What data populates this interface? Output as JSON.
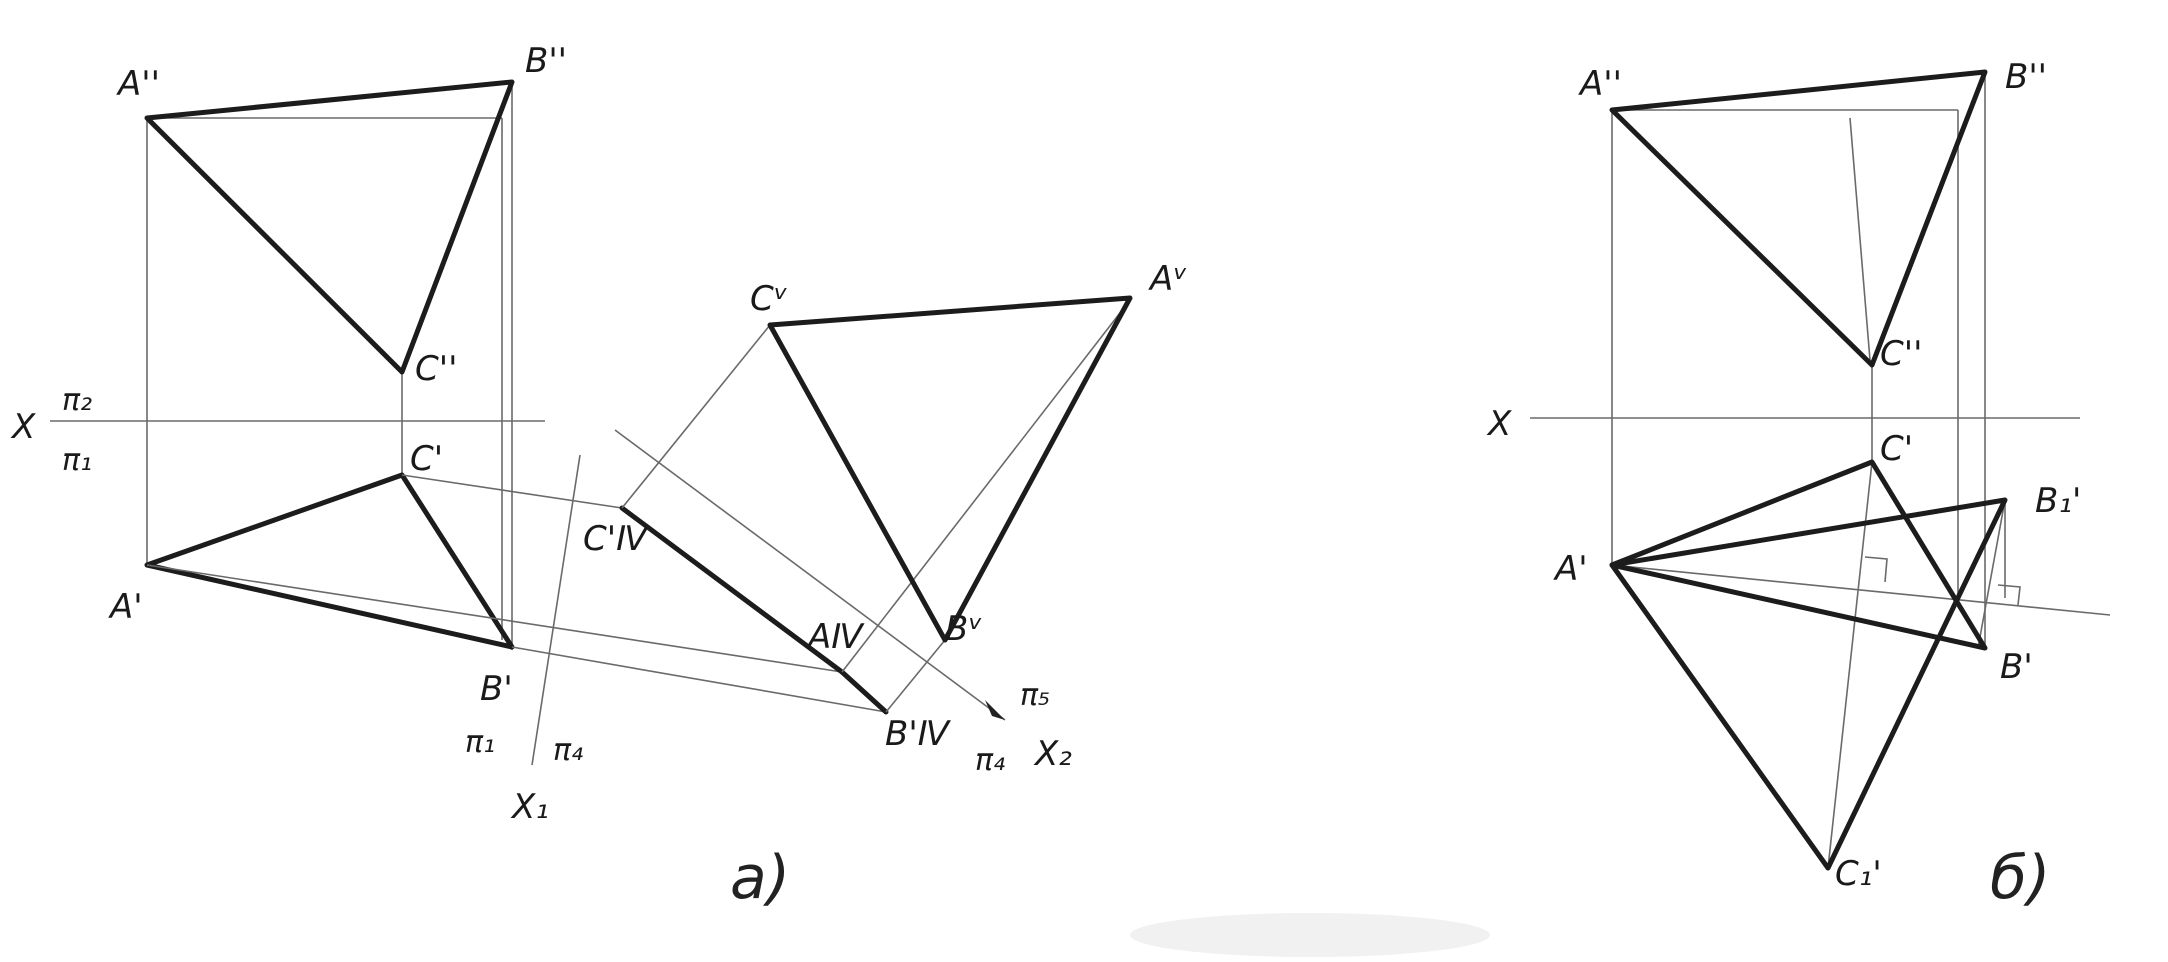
{
  "panel_a": {
    "caption": "а)",
    "labels": {
      "A2": "A''",
      "B2": "B''",
      "C2": "C''",
      "A1": "A'",
      "B1": "B'",
      "C1": "C'",
      "A4": "AⅣ",
      "B4": "B'Ⅳ",
      "C4": "C'Ⅳ",
      "A5": "Aᵛ",
      "B5": "Bᵛ",
      "C5": "Cᵛ",
      "X": "X",
      "pi2_top": "π₂",
      "pi1_bottom": "π₁",
      "pi1_x1": "π₁",
      "pi4_x1": "π₄",
      "X1": "X₁",
      "pi5": "π₅",
      "pi4_x2": "π₄",
      "X2": "X₂"
    }
  },
  "panel_b": {
    "caption": "б)",
    "labels": {
      "A2": "A''",
      "B2": "B''",
      "C2": "C''",
      "A1": "A'",
      "B1": "B'",
      "C1": "C'",
      "B1r": "B₁'",
      "C1r": "C₁'",
      "X": "X"
    }
  }
}
